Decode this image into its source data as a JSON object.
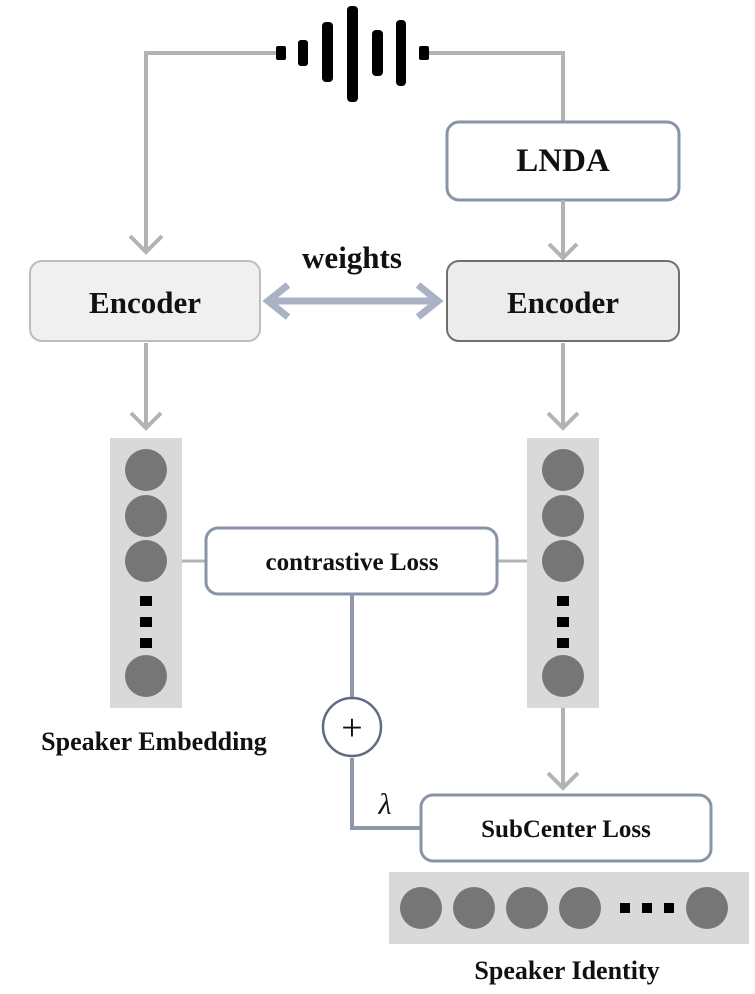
{
  "colors": {
    "gray_line": "#b3b3b3",
    "blue_line": "#8e98ab",
    "box_border": "#8a94a8",
    "panel_fill": "#d9d9d9",
    "node_fill": "#767676",
    "encoder_left_fill": "#f0f0f0",
    "encoder_right_fill": "#ececec",
    "text": "#111111"
  },
  "icons": {
    "waveform": "audio-waveform-icon",
    "plus": "sum-operator-icon"
  },
  "labels": {
    "lnda": "LNDA",
    "encoder_left": "Encoder",
    "encoder_right": "Encoder",
    "weights": "weights",
    "contrastive_loss": "contrastive Loss",
    "subcenter_loss": "SubCenter Loss",
    "speaker_embedding": "Speaker Embedding",
    "speaker_identity": "Speaker Identity",
    "lambda": "λ",
    "plus": "+"
  }
}
